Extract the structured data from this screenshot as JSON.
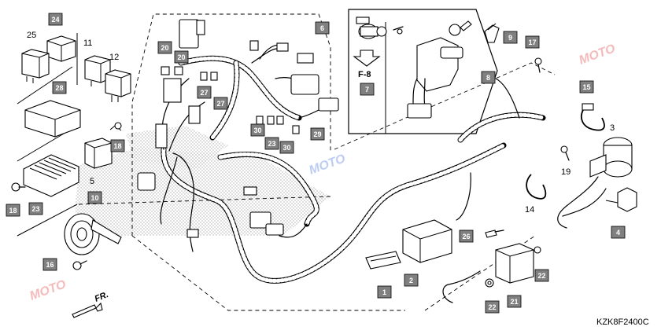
{
  "diagram": {
    "code": "KZK8F2400C",
    "reference": "F-8",
    "direction": "FR.",
    "watermark": "MOTO",
    "labels": {
      "l1": "1",
      "l2": "2",
      "l3": "3",
      "l4": "4",
      "l5": "5",
      "l6": "6",
      "l7": "7",
      "l8": "8",
      "l9": "9",
      "l10": "10",
      "l11": "11",
      "l12": "12",
      "l14": "14",
      "l15": "15",
      "l16": "16",
      "l17": "17",
      "l18a": "18",
      "l18b": "18",
      "l19": "19",
      "l20a": "20",
      "l20b": "20",
      "l21": "21",
      "l22a": "22",
      "l22b": "22",
      "l23": "23",
      "l24": "24",
      "l25": "25",
      "l26": "26",
      "l27a": "27",
      "l27b": "27",
      "l28": "28",
      "l29": "29",
      "l30a": "30",
      "l30b": "30",
      "l23b": "23"
    }
  }
}
